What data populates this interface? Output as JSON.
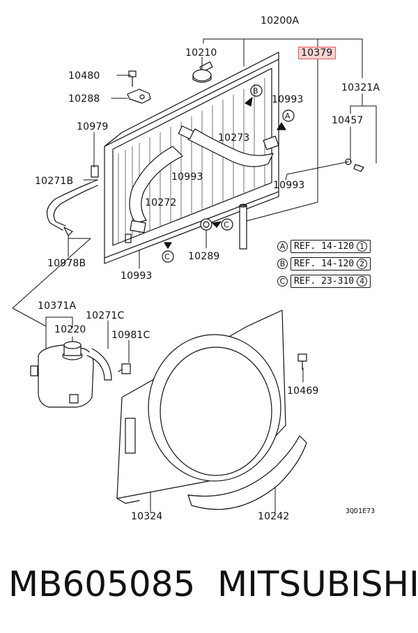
{
  "labels": {
    "l10200a": "10200A",
    "l10210": "10210",
    "l10379": "10379",
    "l10480": "10480",
    "l10288": "10288",
    "l10993a": "10993",
    "l10321a": "10321A",
    "l10979": "10979",
    "l10457": "10457",
    "l10273": "10273",
    "l10993b": "10993",
    "l10271b": "10271B",
    "l10993c": "10993",
    "l10272": "10272",
    "l10289": "10289",
    "l10978b": "10978B",
    "l10993d": "10993",
    "l10371a": "10371A",
    "l10220": "10220",
    "l10271c": "10271C",
    "l10981c": "10981C",
    "l10469": "10469",
    "l10324": "10324",
    "l10242": "10242"
  },
  "arrow_letters": {
    "a": "A",
    "b": "B",
    "c": "C"
  },
  "refs": [
    {
      "letter": "A",
      "text": "REF. 14-120",
      "num": "1"
    },
    {
      "letter": "B",
      "text": "REF. 14-120",
      "num": "2"
    },
    {
      "letter": "C",
      "text": "REF. 23-310",
      "num": "4"
    }
  ],
  "diagram_code": "3QD1E73",
  "footer": {
    "part_number": "MB605085",
    "brand": "MITSUBISHI"
  }
}
